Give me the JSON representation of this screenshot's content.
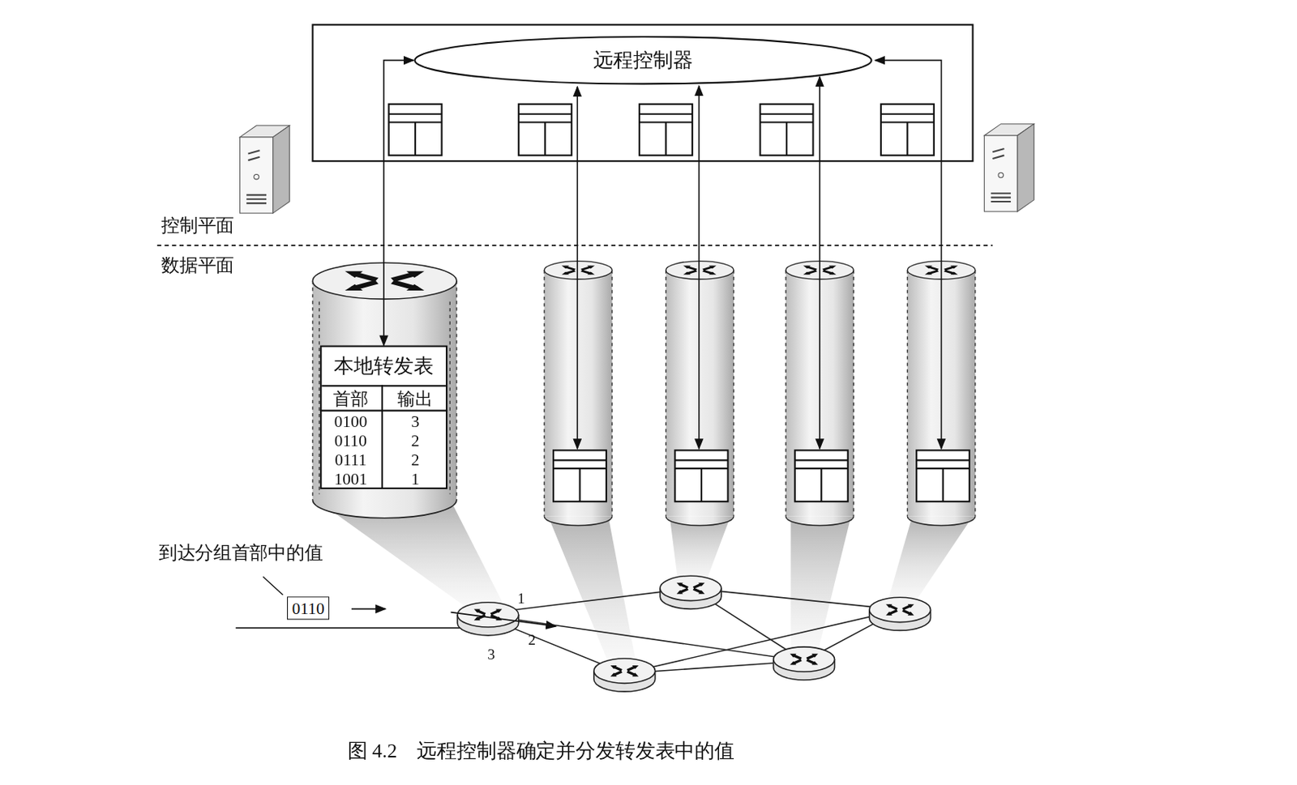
{
  "diagram": {
    "caption": "图 4.2　远程控制器确定并分发转发表中的值",
    "nodes": [
      {
        "text": [
          "远程控制器"
        ]
      },
      {
        "text": [
          "本地转发表"
        ]
      },
      {
        "text": [
          "0110"
        ]
      }
    ],
    "edges": [
      {
        "from": 0,
        "to": 1,
        "arrow": "both"
      }
    ],
    "labels": [
      "控制平面",
      "数据平面",
      "首部",
      "输出",
      "0100",
      "3",
      "0110",
      "2",
      "0111",
      "2",
      "1001",
      "1",
      "到达分组首部中的值",
      "1",
      "2",
      "3"
    ]
  }
}
